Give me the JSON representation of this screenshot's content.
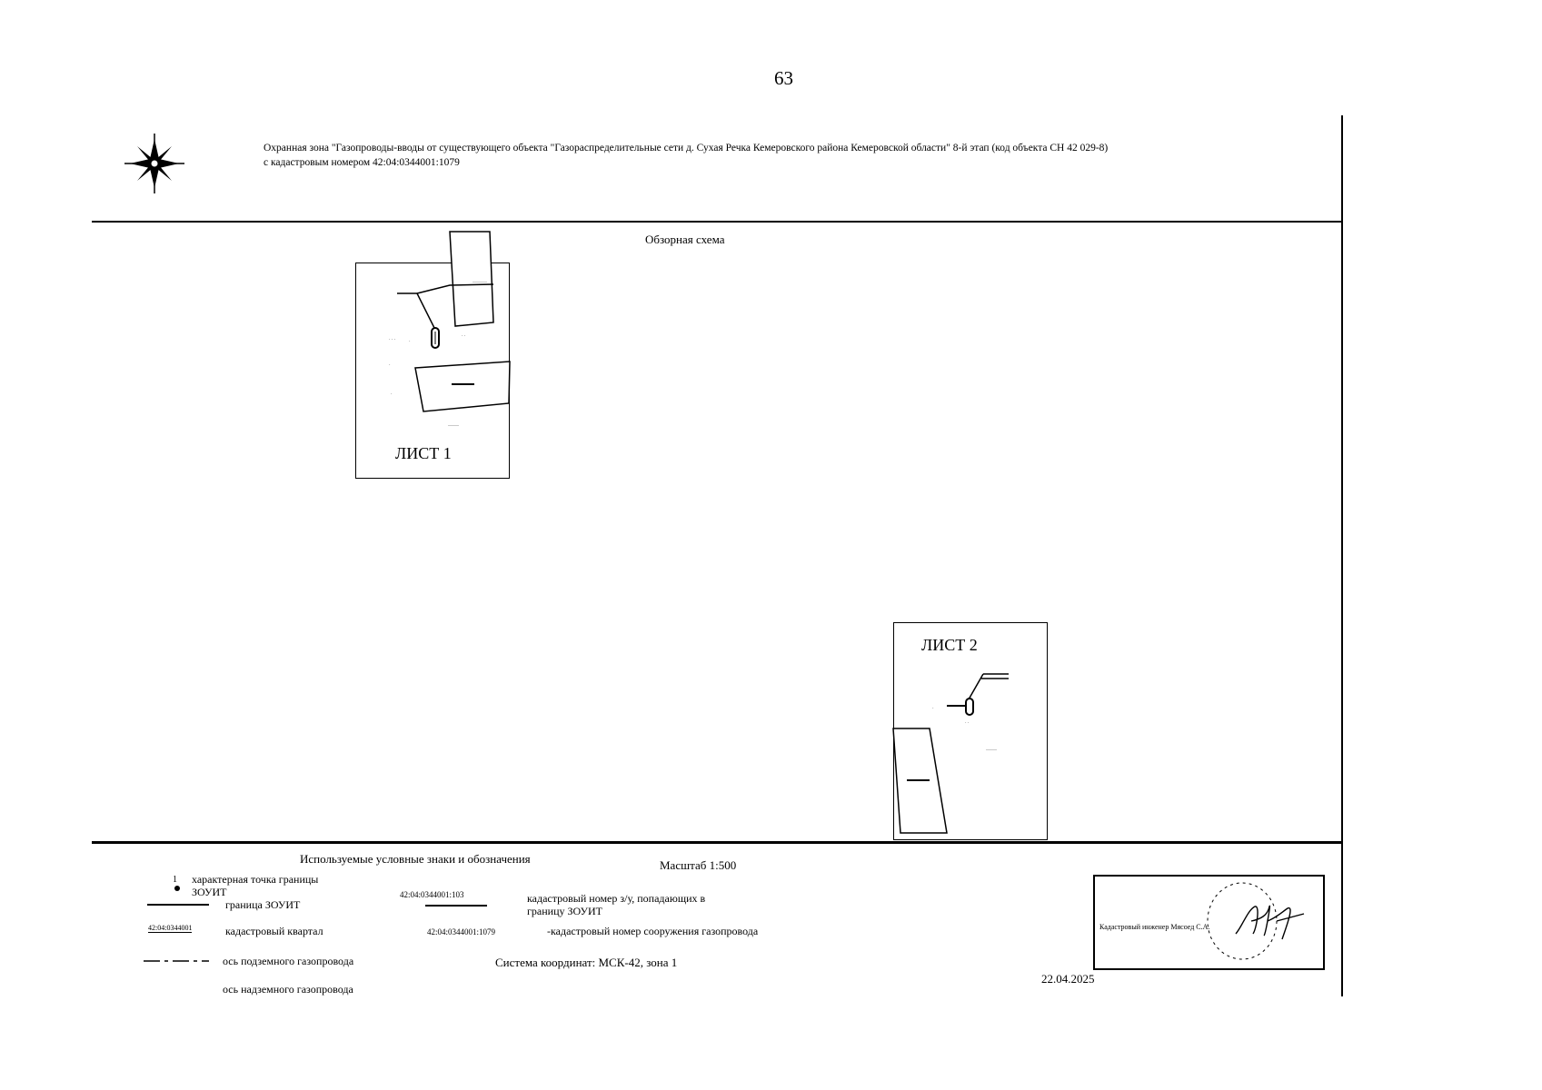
{
  "page_number": "63",
  "title_line1": "Охранная зона \"Газопроводы-вводы от существующего объекта \"Газораспределительные сети д. Сухая Речка Кемеровского района Кемеровской области\" 8-й этап (код объекта СН 42 029-8)",
  "title_line2": "с кадастровым номером 42:04:0344001:1079",
  "overview_title": "Обзорная схема",
  "sheet1_label": "ЛИСТ 1",
  "sheet2_label": "ЛИСТ 2",
  "legend": {
    "title": "Используемые условные  знаки и обозначения",
    "scale": "Масштаб 1:500",
    "point_number": "1",
    "point_line1": "характерная точка границы",
    "point_line2": "ЗОУИТ",
    "boundary": "граница ЗОУИТ",
    "quarter_sample": "42:04:0344001",
    "quarter": "кадастровый квартал",
    "underground": "ось подземного газопровода",
    "aboveground": "ось надземного газопровода",
    "parcel_sample": "42:04:0344001:103",
    "parcel_line1": "кадастровый номер з/у, попадающих в",
    "parcel_line2": "границу ЗОУИТ",
    "structure_sample": "42:04:0344001:1079",
    "structure": "-кадастровый  номер сооружения газопровода",
    "coord_system": "Система координат: МСК-42, зона 1"
  },
  "signature": {
    "stamp_text": "Кадастровый инженер  Мясоед С.А."
  },
  "date": "22.04.2025"
}
